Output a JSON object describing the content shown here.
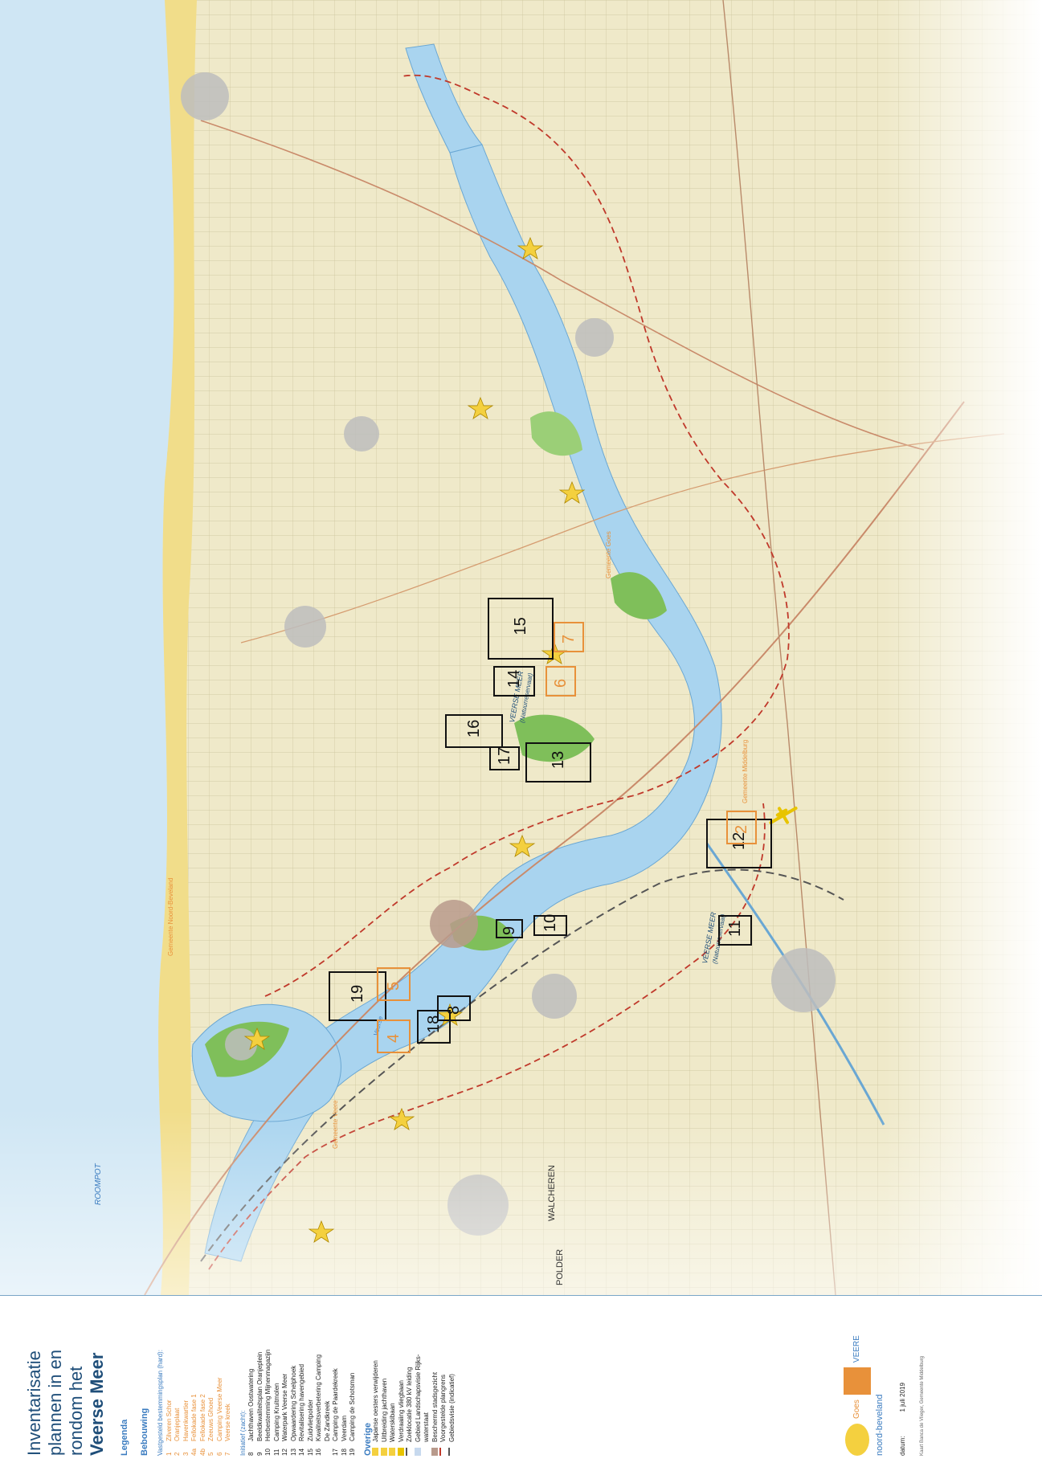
{
  "title": {
    "line1": "Inventarisatie",
    "line2": "plannen in en",
    "line3": "rondom het",
    "line4": "Veerse Meer"
  },
  "legend": {
    "heading": "Legenda",
    "bebouwing": "Bebouwing",
    "vastgesteld_title": "Vastgesteld bestemmingsplan (hard):",
    "vastgesteld": [
      {
        "n": "1",
        "label": "Zilveren Schor"
      },
      {
        "n": "2",
        "label": "Oranjeplaat"
      },
      {
        "n": "3",
        "label": "Havenkwartier"
      },
      {
        "n": "4a",
        "label": "Fellokade fase 1"
      },
      {
        "n": "4b",
        "label": "Fellokade fase 2"
      },
      {
        "n": "5",
        "label": "Zeeuws Ghoed"
      },
      {
        "n": "6",
        "label": "Camping Veerse Meer"
      },
      {
        "n": "7",
        "label": "Veerse kreek"
      }
    ],
    "initiatief_title": "Initiatief (zacht):",
    "initiatief": [
      {
        "n": "8",
        "label": "Jachthaven Oostwatering"
      },
      {
        "n": "9",
        "label": "Beeldkwaliteitsplan Oranjeplein"
      },
      {
        "n": "10",
        "label": "Herbestemming Mijnenmagazijn"
      },
      {
        "n": "11",
        "label": "Camping Kruitmolen"
      },
      {
        "n": "12",
        "label": "Waterpark Veerse Meer"
      },
      {
        "n": "13",
        "label": "Opwaardering Schelphoek"
      },
      {
        "n": "14",
        "label": "Revitalisering havengebied"
      },
      {
        "n": "15",
        "label": "Zuidvlietpolder"
      },
      {
        "n": "16",
        "label": "Kwaliteitsverbetering Camping"
      },
      {
        "n": "",
        "label": "De Zandkreek"
      },
      {
        "n": "17",
        "label": "Camping de Paardekreek"
      },
      {
        "n": "18",
        "label": "Veerdam"
      },
      {
        "n": "19",
        "label": "Camping de Schotsman"
      }
    ],
    "overige_title": "Overige",
    "overige": [
      {
        "label": "Japanse oesters verwijderen"
      },
      {
        "label": "Uitbreiding jachthaven"
      },
      {
        "label": "Waterskibaan"
      },
      {
        "label": "Verdraaiing vliegbaan"
      },
      {
        "label": "Zoeklocatie 380 kV leiding"
      },
      {
        "label": "Gebied Landschapsvisie Rijks-"
      },
      {
        "label": "waterstaat"
      },
      {
        "label": "Beschermd stadsgezicht"
      },
      {
        "label": "Voorgestelde plangrens"
      },
      {
        "label": "Gebiedsvisie (indicatief)"
      }
    ],
    "datum_label": "datum:",
    "datum_value": "1 juli 2019",
    "credit": "Kaart Banca de Vlieger, Gemeente Middelburg",
    "logos": {
      "goes": "Goes",
      "noord_beveland": "noord-beveland",
      "veere": "VEERE"
    }
  },
  "map_labels": {
    "veerse_meer_1": "VEERSE MEER",
    "natuur_1": "(Natuurreservaat)",
    "veerse_meer_2": "VEERSE MEER",
    "natuur_2": "(Natuurreservaat)",
    "roompot": "ROOMPOT",
    "walcheren": "WALCHEREN",
    "polder": "POLDER",
    "veerse": "Veerse",
    "gemeente_noord_beveland": "Gemeente Noord-Beveland",
    "gemeente_goes": "Gemeente Goes",
    "gemeente_middelburg": "Gemeente Middelburg",
    "gemeente_veere": "Gemeente Veere"
  },
  "markers": [
    {
      "id": "8",
      "kind": "initiatief"
    },
    {
      "id": "9",
      "kind": "initiatief"
    },
    {
      "id": "10",
      "kind": "initiatief"
    },
    {
      "id": "11",
      "kind": "initiatief"
    },
    {
      "id": "12",
      "kind": "initiatief"
    },
    {
      "id": "13",
      "kind": "initiatief"
    },
    {
      "id": "14",
      "kind": "initiatief"
    },
    {
      "id": "15",
      "kind": "initiatief"
    },
    {
      "id": "16",
      "kind": "initiatief"
    },
    {
      "id": "17",
      "kind": "initiatief"
    },
    {
      "id": "18",
      "kind": "initiatief"
    },
    {
      "id": "19",
      "kind": "initiatief"
    },
    {
      "id": "2",
      "kind": "vastgesteld"
    },
    {
      "id": "6",
      "kind": "vastgesteld"
    },
    {
      "id": "7",
      "kind": "vastgesteld"
    },
    {
      "id": "4",
      "kind": "vastgesteld"
    },
    {
      "id": "5",
      "kind": "vastgesteld"
    }
  ],
  "colors": {
    "water": "#a9d4ef",
    "land": "#efe8c8",
    "nature": "#7fbf5a",
    "sea": "#cfe6f4",
    "dune": "#f1dd8a",
    "initiatief": "#111111",
    "vastgesteld": "#e8913a",
    "plangrens": "#c0392b",
    "gebiedsvisie": "#555555",
    "title": "#1f4e79",
    "accent": "#3b7cc0"
  }
}
